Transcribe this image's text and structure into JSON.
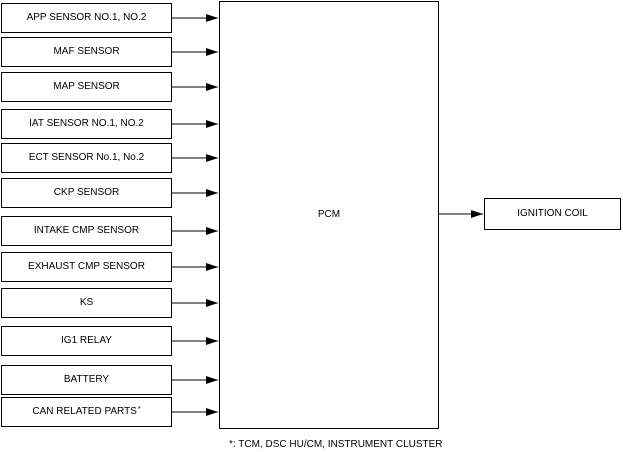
{
  "inputs": [
    {
      "label": "APP SENSOR NO.1, NO.2"
    },
    {
      "label": "MAF SENSOR"
    },
    {
      "label": "MAP SENSOR"
    },
    {
      "label": "IAT SENSOR NO.1, NO.2"
    },
    {
      "label": "ECT SENSOR No.1, No.2"
    },
    {
      "label": "CKP SENSOR"
    },
    {
      "label": "INTAKE CMP SENSOR"
    },
    {
      "label": "EXHAUST CMP SENSOR"
    },
    {
      "label": "KS"
    },
    {
      "label": "IG1 RELAY"
    },
    {
      "label": "BATTERY"
    },
    {
      "label": "CAN RELATED PARTS",
      "marker": "*"
    }
  ],
  "controller": {
    "label": "PCM"
  },
  "output": {
    "label": "IGNITION COIL"
  },
  "footnote": "*: TCM, DSC HU/CM, INSTRUMENT CLUSTER",
  "colors": {
    "line": "#000000",
    "background": "#ffffff"
  }
}
